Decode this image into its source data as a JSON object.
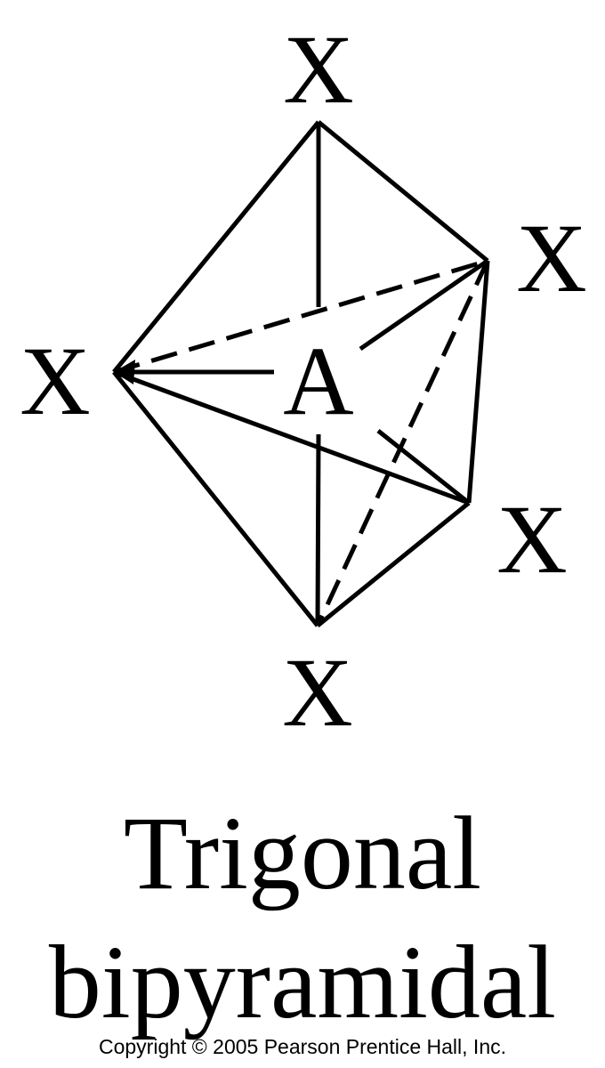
{
  "diagram": {
    "atoms": {
      "central": "A",
      "axial_top": "X",
      "axial_bottom": "X",
      "equatorial_left": "X",
      "equatorial_right_back": "X",
      "equatorial_right_front": "X"
    }
  },
  "caption": {
    "line1": "Trigonal",
    "line2": "bipyramidal"
  },
  "copyright": "Copyright © 2005 Pearson Prentice Hall, Inc."
}
